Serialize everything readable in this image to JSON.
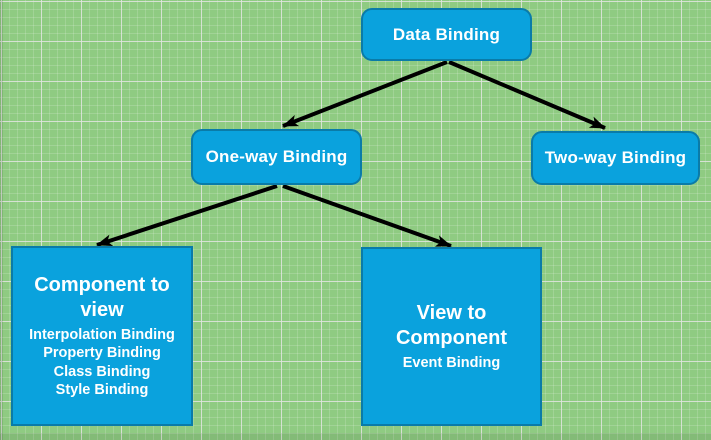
{
  "diagram": {
    "colors": {
      "canvas_background": "#8fcb82",
      "grid_minor": "rgba(255,255,255,0.16)",
      "grid_major": "rgba(223,228,222,0.85)",
      "node_fill": "#0aa2dd",
      "node_border": "#0a7ba8",
      "node_text": "#ffffff",
      "arrow": "#000000"
    },
    "nodes": {
      "data_binding": {
        "label": "Data Binding"
      },
      "one_way": {
        "label": "One-way Binding"
      },
      "two_way": {
        "label": "Two-way Binding"
      },
      "component_to_view": {
        "title": "Component to view",
        "items": [
          "Interpolation Binding",
          "Property Binding",
          "Class Binding",
          "Style Binding"
        ]
      },
      "view_to_component": {
        "title": "View to Component",
        "items": [
          "Event Binding"
        ]
      }
    },
    "edges": [
      {
        "from": "data_binding",
        "to": "one_way"
      },
      {
        "from": "data_binding",
        "to": "two_way"
      },
      {
        "from": "one_way",
        "to": "component_to_view"
      },
      {
        "from": "one_way",
        "to": "view_to_component"
      }
    ]
  }
}
